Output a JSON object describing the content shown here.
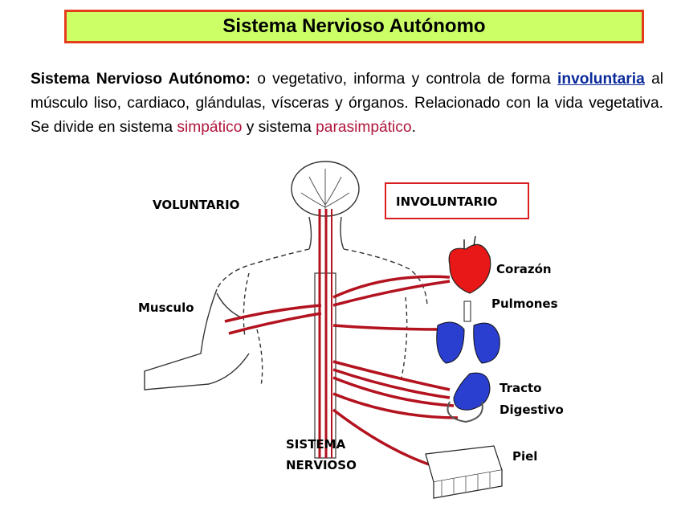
{
  "title": "Sistema Nervioso Autónomo",
  "paragraph": {
    "lead": "Sistema Nervioso Autónomo:",
    "text1": " o vegetativo, informa y controla de forma ",
    "link": "involuntaria",
    "text2": " al músculo liso, cardiaco, glándulas, vísceras y órganos. Relacionado con la vida vegetativa. Se divide en sistema ",
    "simpatico": "simpático",
    "text3": " y sistema ",
    "parasimpatico": "parasimpático",
    "text4": "."
  },
  "diagram": {
    "voluntario": "VOLUNTARIO",
    "involuntario": "INVOLUNTARIO",
    "musculo": "Musculo",
    "corazon": "Corazón",
    "pulmones": "Pulmones",
    "tracto": "Tracto",
    "digestivo": "Digestivo",
    "piel": "Piel",
    "sistema": "SISTEMA",
    "nervioso": "NERVIOSO"
  },
  "colors": {
    "title_bg": "#ccff66",
    "title_border": "#e63c1e",
    "link": "#0a2a9a",
    "accent_red": "#b0163c",
    "nerve": "#b3121f",
    "organ_blue": "#2a3fd0"
  }
}
